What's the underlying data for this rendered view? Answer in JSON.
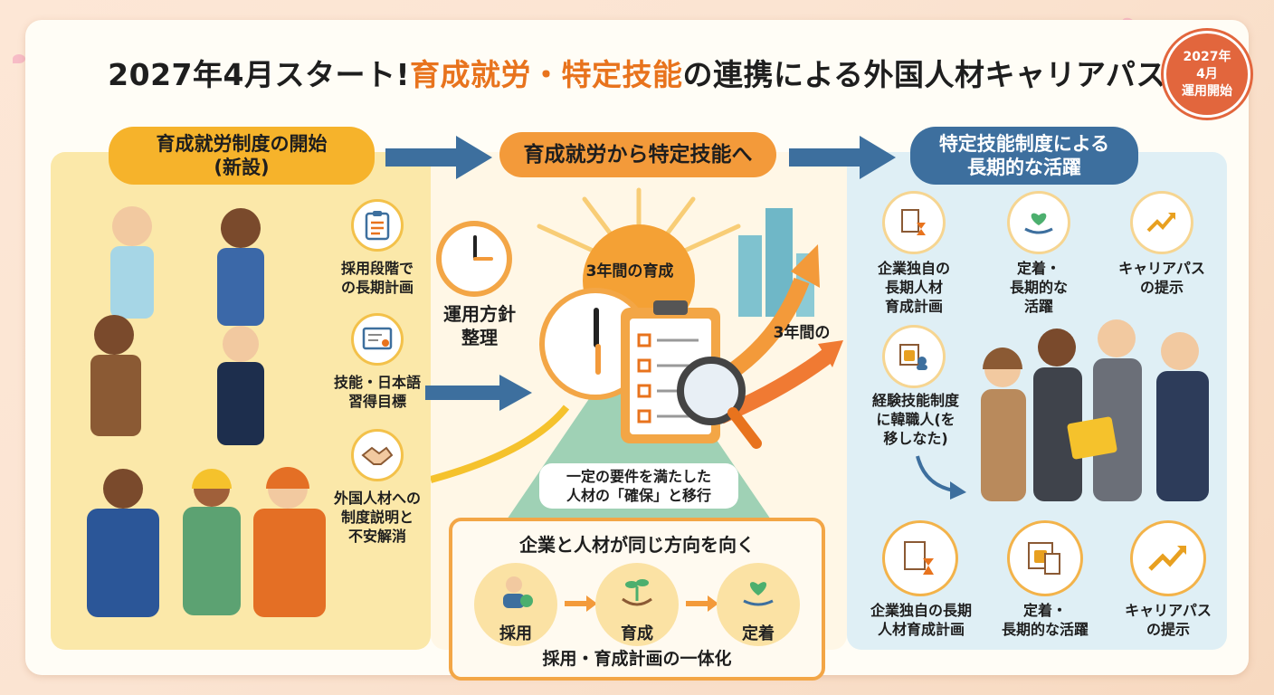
{
  "title": {
    "part1": "2027年4月スタート!",
    "part2": "育成就労・特定技能",
    "part3": "の連携による外国人材キャリアパス"
  },
  "badge": {
    "line1": "2027年",
    "line2": "4月",
    "line3": "運用開始"
  },
  "left": {
    "header_line1": "育成就労制度の開始",
    "header_line2": "(新設)",
    "items": [
      {
        "icon": "clipboard-icon",
        "line1": "採用段階で",
        "line2": "の長期計画"
      },
      {
        "icon": "certificate-icon",
        "line1": "技能・日本語",
        "line2": "習得目標"
      },
      {
        "icon": "handshake-icon",
        "line1": "外国人材への",
        "line2": "制度説明と",
        "line3": "不安解消"
      }
    ]
  },
  "middle": {
    "header": "育成就労から特定技能へ",
    "three_years_training": "3年間の育成",
    "policy_line1": "運用方針",
    "policy_line2": "整理",
    "three_years_of": "3年間の",
    "requirement_line1": "一定の要件を満たした",
    "requirement_line2": "人材の「確保」と移行",
    "bottom": {
      "title": "企業と人材が同じ方向を向く",
      "steps": [
        "採用",
        "育成",
        "定着"
      ],
      "footer": "採用・育成計画の一体化"
    }
  },
  "right": {
    "header_line1": "特定技能制度による",
    "header_line2": "長期的な活躍",
    "top_items": [
      {
        "icon": "document-hourglass-icon",
        "line1": "企業独自の",
        "line2": "長期人材",
        "line3": "育成計画"
      },
      {
        "icon": "heart-hand-icon",
        "line1": "定着・",
        "line2": "長期的な",
        "line3": "活躍"
      },
      {
        "icon": "trend-up-icon",
        "line1": "キャリアパス",
        "line2": "の提示"
      }
    ],
    "middle_item": {
      "icon": "rss-doc-icon",
      "line1": "経験技能制度",
      "line2": "に韓職人(を",
      "line3": "移しなた)"
    },
    "bottom_items": [
      {
        "icon": "document-hourglass-icon",
        "line1": "企業独自の長期",
        "line2": "人材育成計画"
      },
      {
        "icon": "rss-doc-icon",
        "line1": "定着・",
        "line2": "長期的な活躍"
      },
      {
        "icon": "trend-up-icon",
        "line1": "キャリアパス",
        "line2": "の提示"
      }
    ]
  },
  "colors": {
    "accent_orange": "#e8731d",
    "badge_red": "#e2663d",
    "left_bg": "#fbe8a9",
    "right_bg": "#dfeff5",
    "blue_header": "#3d6f9e",
    "arrow_blue": "#3d6f9e"
  }
}
